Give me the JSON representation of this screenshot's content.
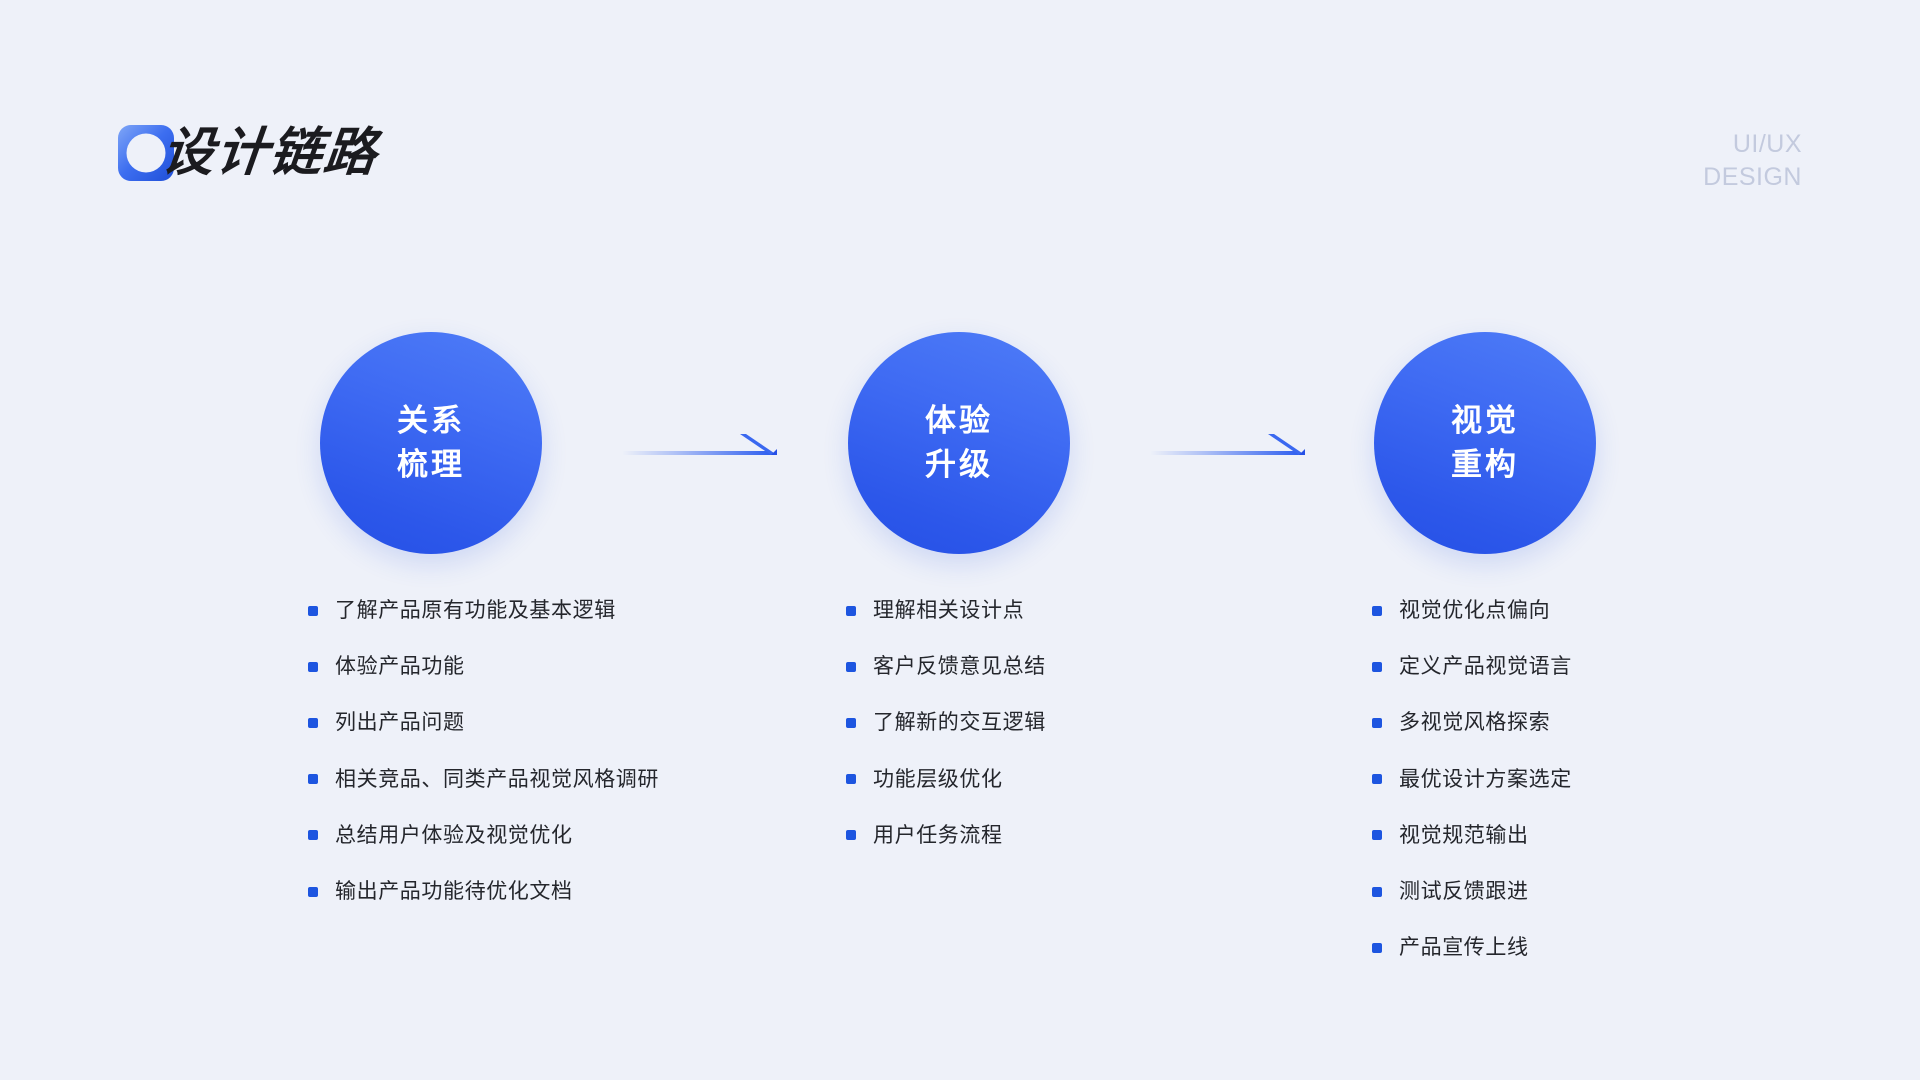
{
  "page": {
    "background_color": "#eef1f9",
    "accent_color": "#2550e6",
    "text_color": "#24262c"
  },
  "header": {
    "logo_icon": "rounded-square-ring-logo",
    "title": "设计链路",
    "corner_line1": "UI/UX",
    "corner_line2": "DESIGN",
    "corner_color": "#c3cade"
  },
  "flow": {
    "nodes": [
      {
        "line1": "关系",
        "line2": "梳理"
      },
      {
        "line1": "体验",
        "line2": "升级"
      },
      {
        "line1": "视觉",
        "line2": "重构"
      }
    ],
    "arrows": [
      {
        "icon": "arrow-right-icon"
      },
      {
        "icon": "arrow-right-icon"
      }
    ]
  },
  "columns": [
    {
      "items": [
        "了解产品原有功能及基本逻辑",
        "体验产品功能",
        "列出产品问题",
        "相关竞品、同类产品视觉风格调研",
        "总结用户体验及视觉优化",
        "输出产品功能待优化文档"
      ]
    },
    {
      "items": [
        "理解相关设计点",
        "客户反馈意见总结",
        "了解新的交互逻辑",
        "功能层级优化",
        "用户任务流程"
      ]
    },
    {
      "items": [
        "视觉优化点偏向",
        "定义产品视觉语言",
        "多视觉风格探索",
        "最优设计方案选定",
        "视觉规范输出",
        "测试反馈跟进",
        "产品宣传上线"
      ]
    }
  ]
}
